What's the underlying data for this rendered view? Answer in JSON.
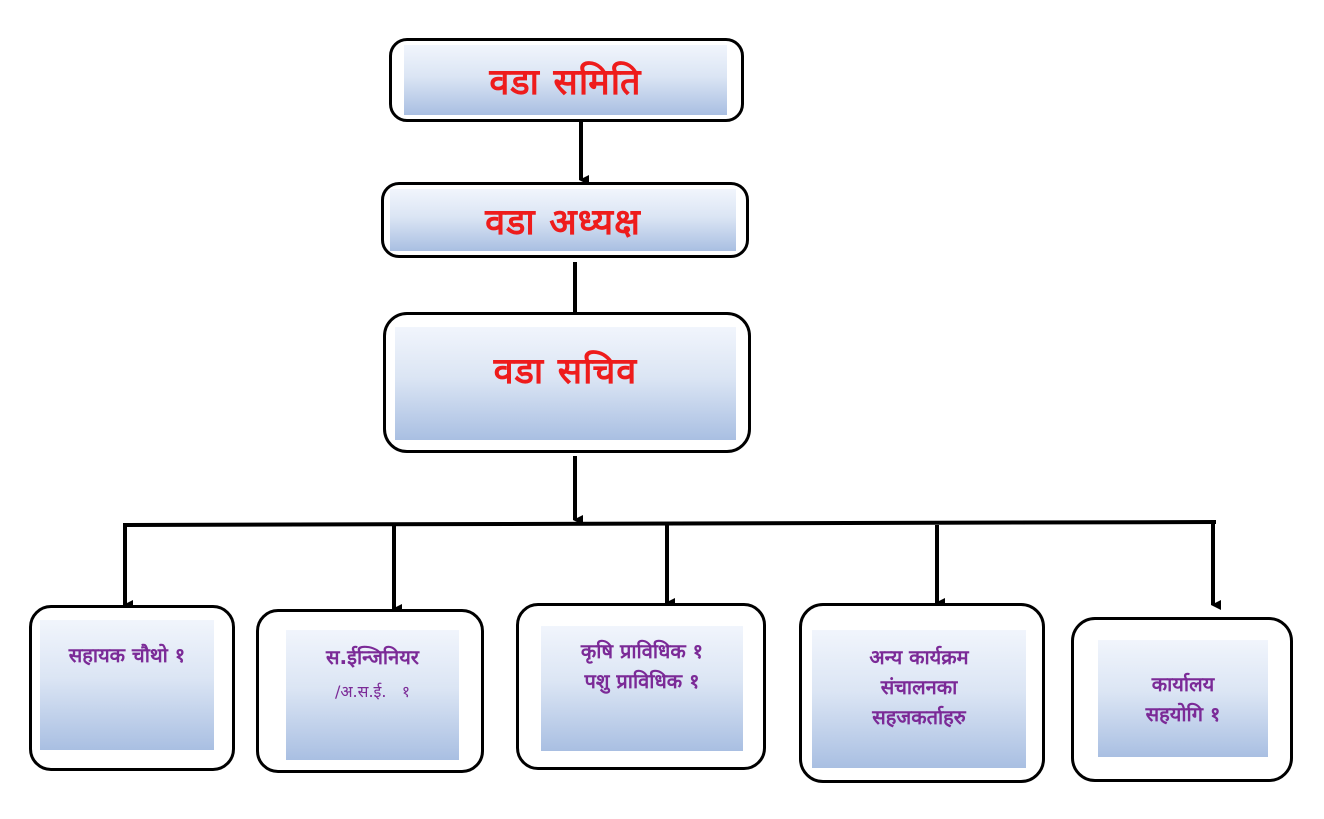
{
  "top_nodes": {
    "ward_committee": "वडा समिति",
    "ward_chair": "वडा अध्यक्ष",
    "ward_secretary": "वडा सचिव"
  },
  "staff_nodes": {
    "assistant_chautho": {
      "line1": "सहायक चौथो १"
    },
    "sub_engineer": {
      "line1": "स.ईन्जिनियर",
      "line2": "/अ.स.ई.   १"
    },
    "technical": {
      "line1": "कृषि प्राविधिक १",
      "line2": "पशु प्राविधिक १"
    },
    "facilitators": {
      "line1": "अन्य कार्यक्रम",
      "line2": "संचालनका",
      "line3": "सहजकर्ताहरु"
    },
    "office_helper": {
      "line1": "कार्यालय",
      "line2": "सहयोगि १"
    }
  },
  "colors": {
    "top_text": "#ee1c1c",
    "bottom_text": "#7b2a97",
    "border": "#000000"
  }
}
